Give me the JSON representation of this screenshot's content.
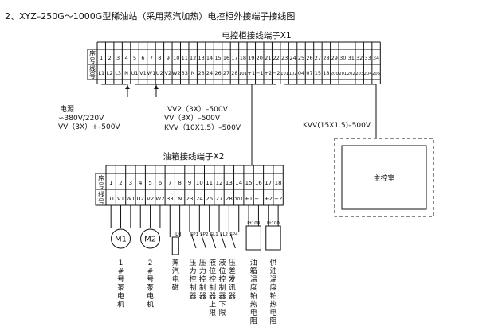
{
  "page_title": "2、XYZ–250G～1000G型稀油站（采用蒸汽加热）电控柜外接端子接线图",
  "x1": {
    "title": "电控柜接线端子X1",
    "row_labels": [
      "序号",
      "线号"
    ],
    "seq": [
      "1",
      "2",
      "3",
      "4",
      "5",
      "6",
      "7",
      "8",
      "9",
      "10",
      "11",
      "12",
      "13",
      "14",
      "15",
      "16",
      "17",
      "18",
      "19",
      "20",
      "21",
      "22",
      "23",
      "24",
      "25",
      "26",
      "27",
      "28",
      "29",
      "30",
      "31",
      "32",
      "33",
      "34"
    ],
    "wire": [
      "L1",
      "L2",
      "L3",
      "N",
      "U1",
      "V1",
      "W1",
      "U2",
      "V2",
      "W2",
      "33",
      "N",
      "23",
      "24",
      "26",
      "27",
      "28",
      "101",
      "+1",
      "−1",
      "+2",
      "−2",
      "101",
      "102",
      "04",
      "07",
      "15",
      "18",
      "200",
      "201",
      "202",
      "203",
      "204",
      "205"
    ]
  },
  "x2": {
    "title": "油箱接线端子X2",
    "row_labels": [
      "序号",
      "线号"
    ],
    "seq": [
      "1",
      "2",
      "3",
      "4",
      "5",
      "6",
      "7",
      "8",
      "9",
      "10",
      "11",
      "12",
      "13",
      "14",
      "15",
      "16",
      "17",
      "18"
    ],
    "wire": [
      "U1",
      "V1",
      "W1",
      "U2",
      "V2",
      "W2",
      "33",
      "N",
      "23",
      "24",
      "26",
      "27",
      "28",
      "101",
      "+1",
      "−1",
      "+2",
      "−2"
    ]
  },
  "power_note": [
    "电源",
    "∽380V/220V",
    "VV（3X）+–500V"
  ],
  "cable_note": [
    "VV2（3X）–500V",
    "VV（3X）–500V",
    "KVV（10X1.5）–500V"
  ],
  "control_cable": "KVV(15X1.5)–500V",
  "control_room": "主控室",
  "devices": {
    "m1": "M1",
    "m2": "M2",
    "dt": "DT",
    "sp": [
      "SP1",
      "SP2",
      "SL1",
      "SL2",
      "SP4"
    ],
    "pt1": "Pt100",
    "pt2": "Pt100"
  },
  "bottom_labels": [
    {
      "id": "m1",
      "text": "1#号泵电机"
    },
    {
      "id": "m2",
      "text": "2#号泵电机"
    },
    {
      "id": "dt",
      "text": "蒸汽电磁"
    },
    {
      "id": "sp1",
      "text": "压力控制器"
    },
    {
      "id": "sp2",
      "text": "压力控制器"
    },
    {
      "id": "sl1",
      "text": "液位控制器上限"
    },
    {
      "id": "sl2",
      "text": "液位控制器下限"
    },
    {
      "id": "sp4",
      "text": "压差发讯器"
    },
    {
      "id": "pt1",
      "text": "油箱温度铂热电阻"
    },
    {
      "id": "pt2",
      "text": "供油温度铂热电阻"
    }
  ]
}
